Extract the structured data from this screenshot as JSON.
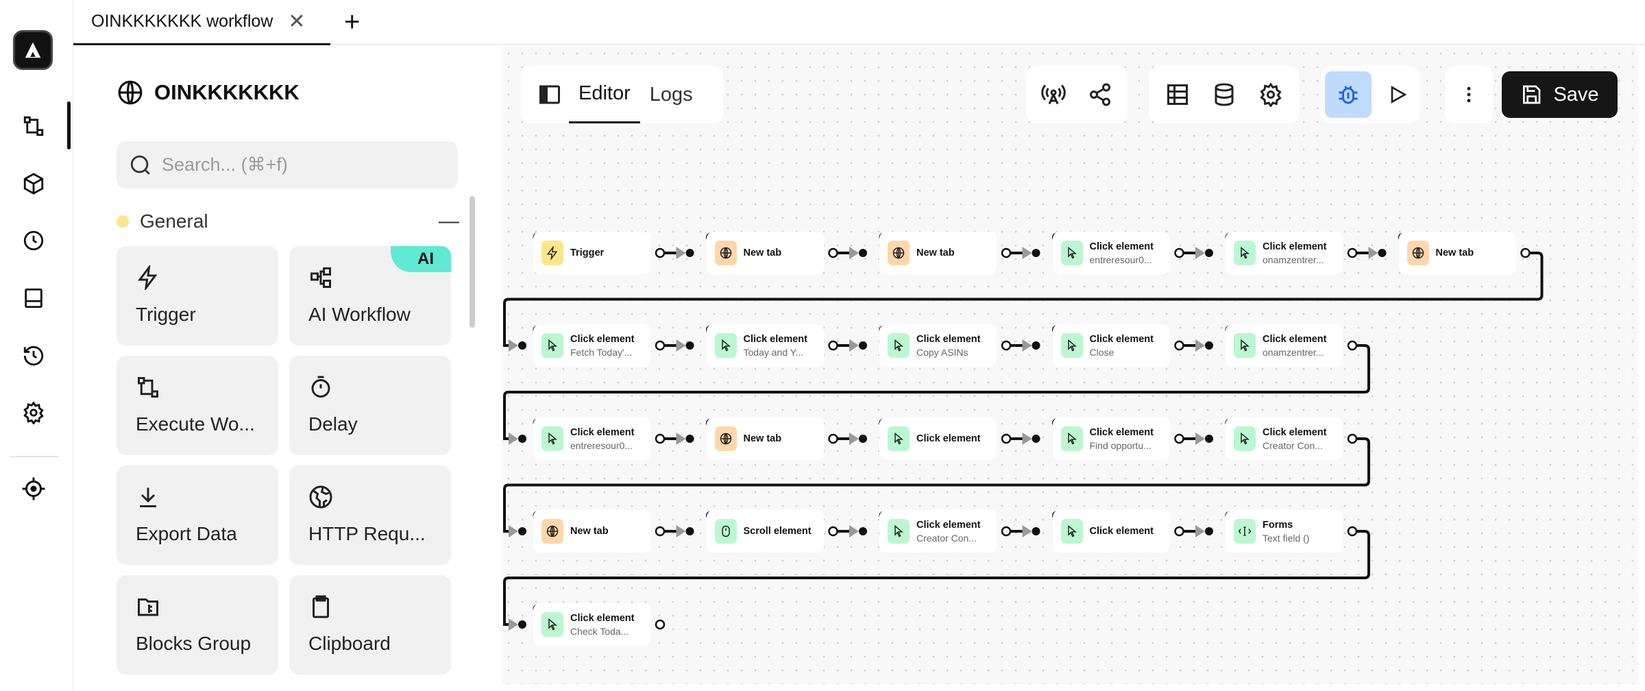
{
  "tab": {
    "title": "OINKKKKKKK workflow",
    "close": "✕",
    "add": "+"
  },
  "rail": {
    "items": [
      "workflows",
      "packages",
      "schedule",
      "storage",
      "history",
      "settings",
      "target"
    ]
  },
  "panel": {
    "title": "OINKKKKKKK",
    "search_placeholder": "Search... (⌘+f)",
    "section": "General",
    "section_color": "#fde68a",
    "blocks": [
      {
        "label": "Trigger",
        "icon": "bolt-icon"
      },
      {
        "label": "AI Workflow",
        "icon": "ai-workflow-icon",
        "badge": "AI"
      },
      {
        "label": "Execute Wo...",
        "icon": "execute-workflow-icon"
      },
      {
        "label": "Delay",
        "icon": "timer-icon"
      },
      {
        "label": "Export Data",
        "icon": "download-icon"
      },
      {
        "label": "HTTP Requ...",
        "icon": "globe-icon"
      },
      {
        "label": "Blocks Group",
        "icon": "folder-icon"
      },
      {
        "label": "Clipboard",
        "icon": "clipboard-icon"
      }
    ]
  },
  "editor": {
    "tabs": [
      "Editor",
      "Logs"
    ],
    "active_tab": "Editor",
    "save_label": "Save",
    "accent": "#bfdbfe"
  },
  "colors": {
    "trigger": "#fde68a",
    "newtab": "#fed7aa",
    "click": "#bbf7d0"
  },
  "workflow": {
    "rows": [
      [
        {
          "type": "trigger",
          "title": "Trigger",
          "sub": ""
        },
        {
          "type": "newtab",
          "title": "New tab",
          "sub": ""
        },
        {
          "type": "newtab",
          "title": "New tab",
          "sub": ""
        },
        {
          "type": "click",
          "title": "Click element",
          "sub": "entreresour0..."
        },
        {
          "type": "click",
          "title": "Click element",
          "sub": "onamzentrer..."
        },
        {
          "type": "newtab",
          "title": "New tab",
          "sub": ""
        }
      ],
      [
        {
          "type": "click",
          "title": "Click element",
          "sub": "Fetch Today'..."
        },
        {
          "type": "click",
          "title": "Click element",
          "sub": "Today and Y..."
        },
        {
          "type": "click",
          "title": "Click element",
          "sub": "Copy ASINs"
        },
        {
          "type": "click",
          "title": "Click element",
          "sub": "Close"
        },
        {
          "type": "click",
          "title": "Click element",
          "sub": "onamzentrer..."
        }
      ],
      [
        {
          "type": "click",
          "title": "Click element",
          "sub": "entreresour0..."
        },
        {
          "type": "newtab",
          "title": "New tab",
          "sub": ""
        },
        {
          "type": "click",
          "title": "Click element",
          "sub": ""
        },
        {
          "type": "click",
          "title": "Click element",
          "sub": "Find opportu..."
        },
        {
          "type": "click",
          "title": "Click element",
          "sub": "Creator Con..."
        }
      ],
      [
        {
          "type": "newtab",
          "title": "New tab",
          "sub": ""
        },
        {
          "type": "scroll",
          "title": "Scroll element",
          "sub": ""
        },
        {
          "type": "click",
          "title": "Click element",
          "sub": "Creator Con..."
        },
        {
          "type": "click",
          "title": "Click element",
          "sub": ""
        },
        {
          "type": "forms",
          "title": "Forms",
          "sub": "Text field ()"
        }
      ],
      [
        {
          "type": "click",
          "title": "Click element",
          "sub": "Check Toda..."
        }
      ]
    ]
  }
}
